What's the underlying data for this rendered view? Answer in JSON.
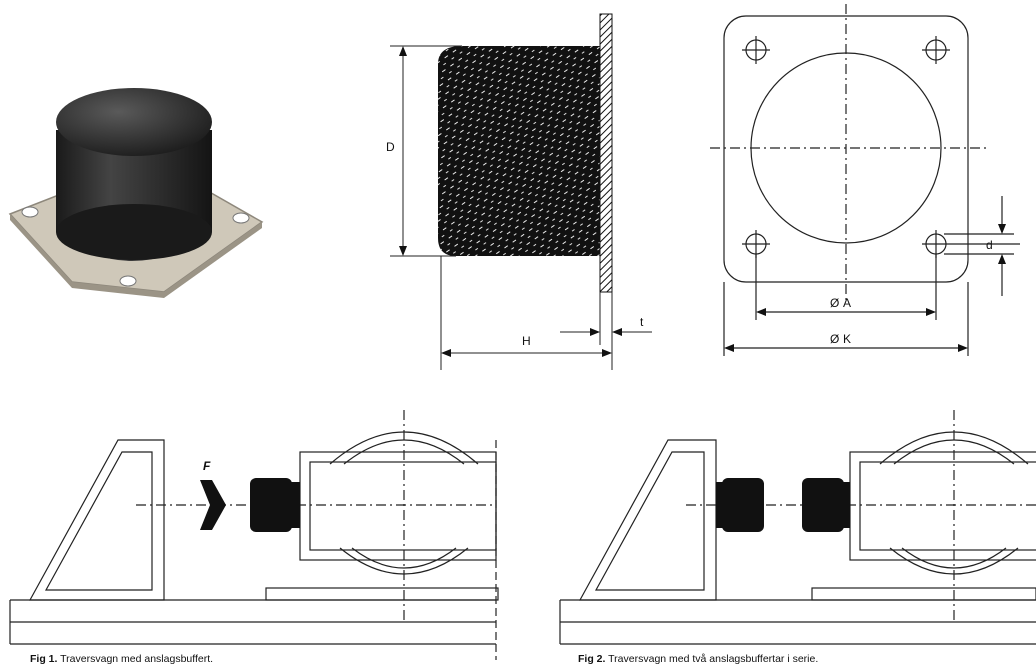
{
  "dimensions": {
    "diameter_label": "D",
    "height_label": "H",
    "plate_thickness_label": "t",
    "hole_label": "d",
    "hole_circle_label": "A",
    "plate_width_label": "K",
    "diameter_symbol": "Ø"
  },
  "figures": [
    {
      "number_label": "Fig 1.",
      "caption": "Traversvagn med anslagsbuffert.",
      "force_label": "F"
    },
    {
      "number_label": "Fig 2.",
      "caption": "Traversvagn med två anslagsbuffertar i serie."
    }
  ],
  "colors": {
    "line": "#222222",
    "rubber": "#111111",
    "photo_rubber": "#2b2b2b",
    "photo_plate": "#c9c2b3"
  }
}
